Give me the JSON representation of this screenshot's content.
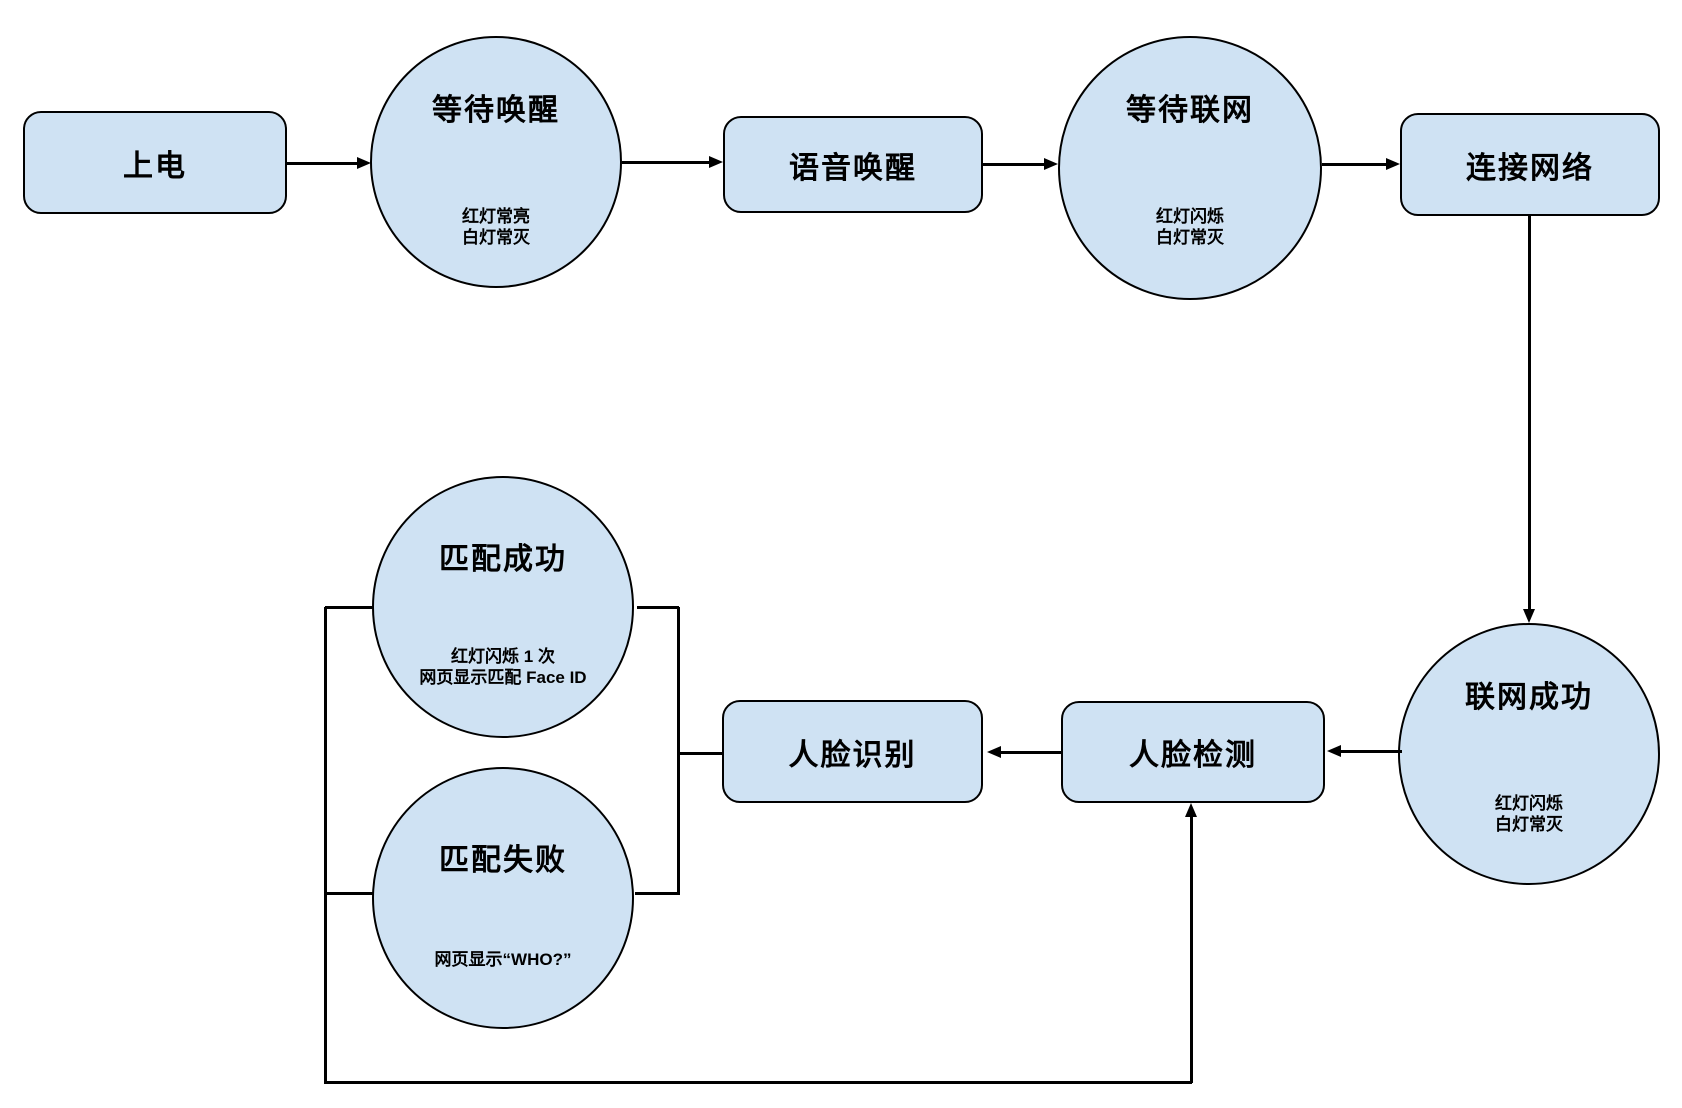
{
  "colors": {
    "node_fill": "#cfe2f3",
    "node_stroke": "#000000",
    "line": "#000000",
    "background": "#ffffff"
  },
  "nodes": {
    "power_on": {
      "type": "process",
      "label": "上电"
    },
    "wait_wake": {
      "type": "state",
      "title": "等待唤醒",
      "note_line1": "红灯常亮",
      "note_line2": "白灯常灭"
    },
    "voice_wake": {
      "type": "process",
      "label": "语音唤醒"
    },
    "wait_network": {
      "type": "state",
      "title": "等待联网",
      "note_line1": "红灯闪烁",
      "note_line2": "白灯常灭"
    },
    "connect_network": {
      "type": "process",
      "label": "连接网络"
    },
    "network_success": {
      "type": "state",
      "title": "联网成功",
      "note_line1": "红灯闪烁",
      "note_line2": "白灯常灭"
    },
    "face_detect": {
      "type": "process",
      "label": "人脸检测"
    },
    "face_recognize": {
      "type": "process",
      "label": "人脸识别"
    },
    "match_success": {
      "type": "state",
      "title": "匹配成功",
      "note_line1": "红灯闪烁 1 次",
      "note_line2": "网页显示匹配 Face ID"
    },
    "match_fail": {
      "type": "state",
      "title": "匹配失败",
      "note_line1": "网页显示“WHO?”"
    }
  },
  "edges": [
    {
      "from": "上电",
      "to": "等待唤醒"
    },
    {
      "from": "等待唤醒",
      "to": "语音唤醒"
    },
    {
      "from": "语音唤醒",
      "to": "等待联网"
    },
    {
      "from": "等待联网",
      "to": "连接网络"
    },
    {
      "from": "连接网络",
      "to": "联网成功"
    },
    {
      "from": "联网成功",
      "to": "人脸检测"
    },
    {
      "from": "人脸检测",
      "to": "人脸识别"
    },
    {
      "from": "人脸识别",
      "to": "匹配成功"
    },
    {
      "from": "人脸识别",
      "to": "匹配失败"
    },
    {
      "from": "匹配成功",
      "to": "人脸检测"
    },
    {
      "from": "匹配失败",
      "to": "人脸检测"
    }
  ]
}
